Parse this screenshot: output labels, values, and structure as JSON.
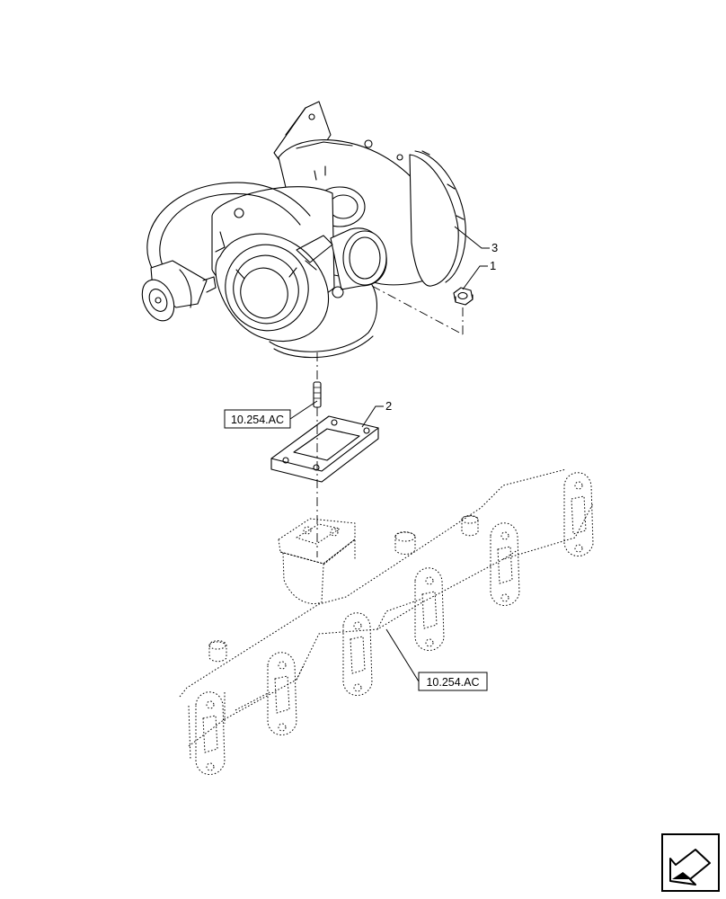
{
  "callouts": [
    {
      "id": "1",
      "label": "1"
    },
    {
      "id": "2",
      "label": "2"
    },
    {
      "id": "3",
      "label": "3"
    }
  ],
  "references": [
    {
      "id": "ref-top",
      "label": "10.254.AC"
    },
    {
      "id": "ref-bottom",
      "label": "10.254.AC"
    }
  ],
  "nav_icon": "previous-page-arrow-icon"
}
